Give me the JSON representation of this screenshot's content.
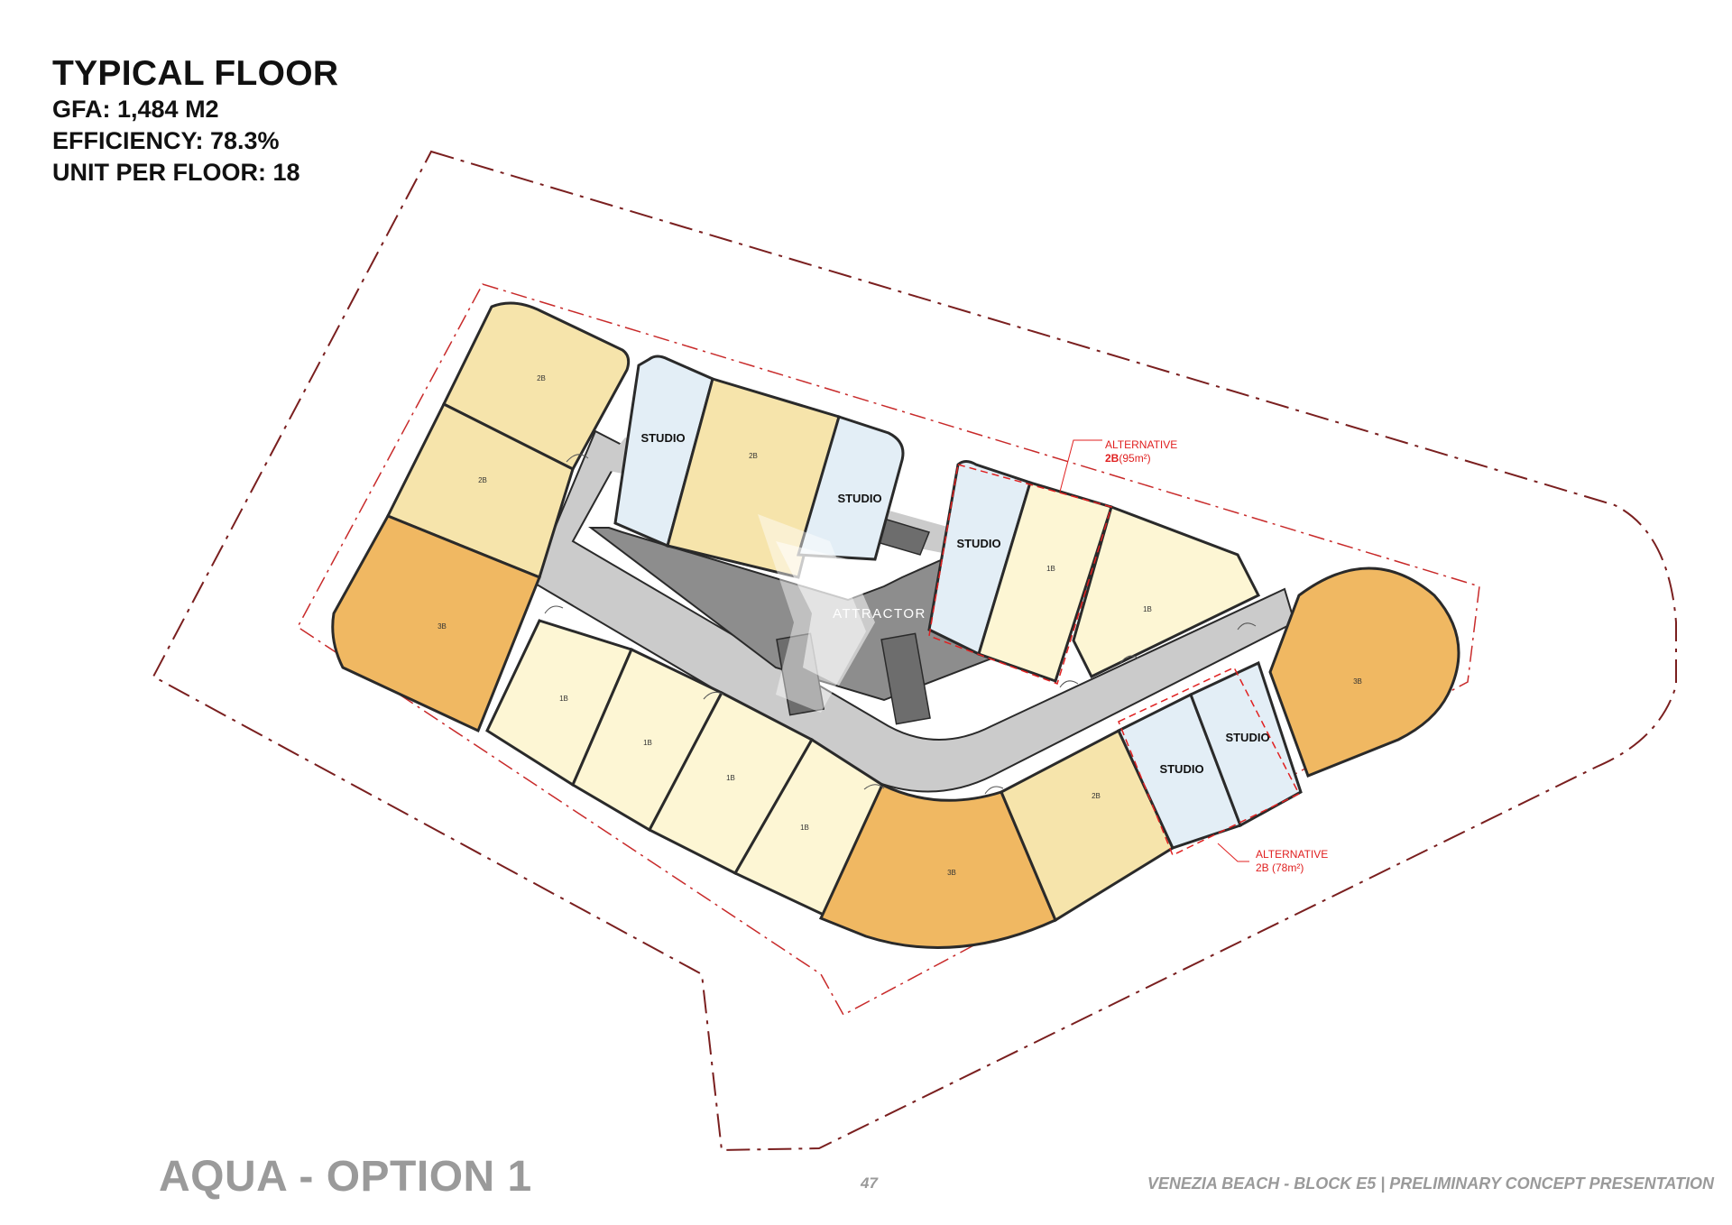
{
  "header": {
    "title": "TYPICAL FLOOR",
    "gfa": "GFA: 1,484 M2",
    "efficiency": "EFFICIENCY: 78.3%",
    "units_per_floor": "UNIT PER FLOOR: 18"
  },
  "plan": {
    "colors": {
      "studio": "#e3eef6",
      "one_bed": "#fdf6d4",
      "two_bed": "#f6e4ab",
      "three_bed": "#f0b862",
      "corridor": "#cbcbcb",
      "core": "#8d8d8d",
      "outline": "#2a2a2a",
      "site_boundary": "#7a1f1f",
      "alternative": "#e02020"
    },
    "units": [
      {
        "id": "u1",
        "label": "2B"
      },
      {
        "id": "u2",
        "label": "2B"
      },
      {
        "id": "u3",
        "label": "3B"
      },
      {
        "id": "u4",
        "label": "STUDIO"
      },
      {
        "id": "u5",
        "label": "2B"
      },
      {
        "id": "u6",
        "label": "STUDIO"
      },
      {
        "id": "u7",
        "label": "STUDIO"
      },
      {
        "id": "u8",
        "label": "1B"
      },
      {
        "id": "u9",
        "label": "1B"
      },
      {
        "id": "u10",
        "label": "3B"
      },
      {
        "id": "u11",
        "label": "1B"
      },
      {
        "id": "u12",
        "label": "1B"
      },
      {
        "id": "u13",
        "label": "1B"
      },
      {
        "id": "u14",
        "label": "1B"
      },
      {
        "id": "u15",
        "label": "3B"
      },
      {
        "id": "u16",
        "label": "2B"
      },
      {
        "id": "u17",
        "label": "STUDIO"
      },
      {
        "id": "u18",
        "label": "STUDIO"
      }
    ],
    "attractor_label": "ATTRACTOR",
    "alternatives": [
      {
        "line1": "ALTERNATIVE",
        "line2_bold": "2B",
        "line2_rest": "(95m²)"
      },
      {
        "line1": "ALTERNATIVE",
        "line2": "2B (78m²)"
      }
    ]
  },
  "footer": {
    "left": "AQUA - OPTION 1",
    "page": "47",
    "right": "VENEZIA BEACH - BLOCK E5 | PRELIMINARY CONCEPT PRESENTATION"
  }
}
